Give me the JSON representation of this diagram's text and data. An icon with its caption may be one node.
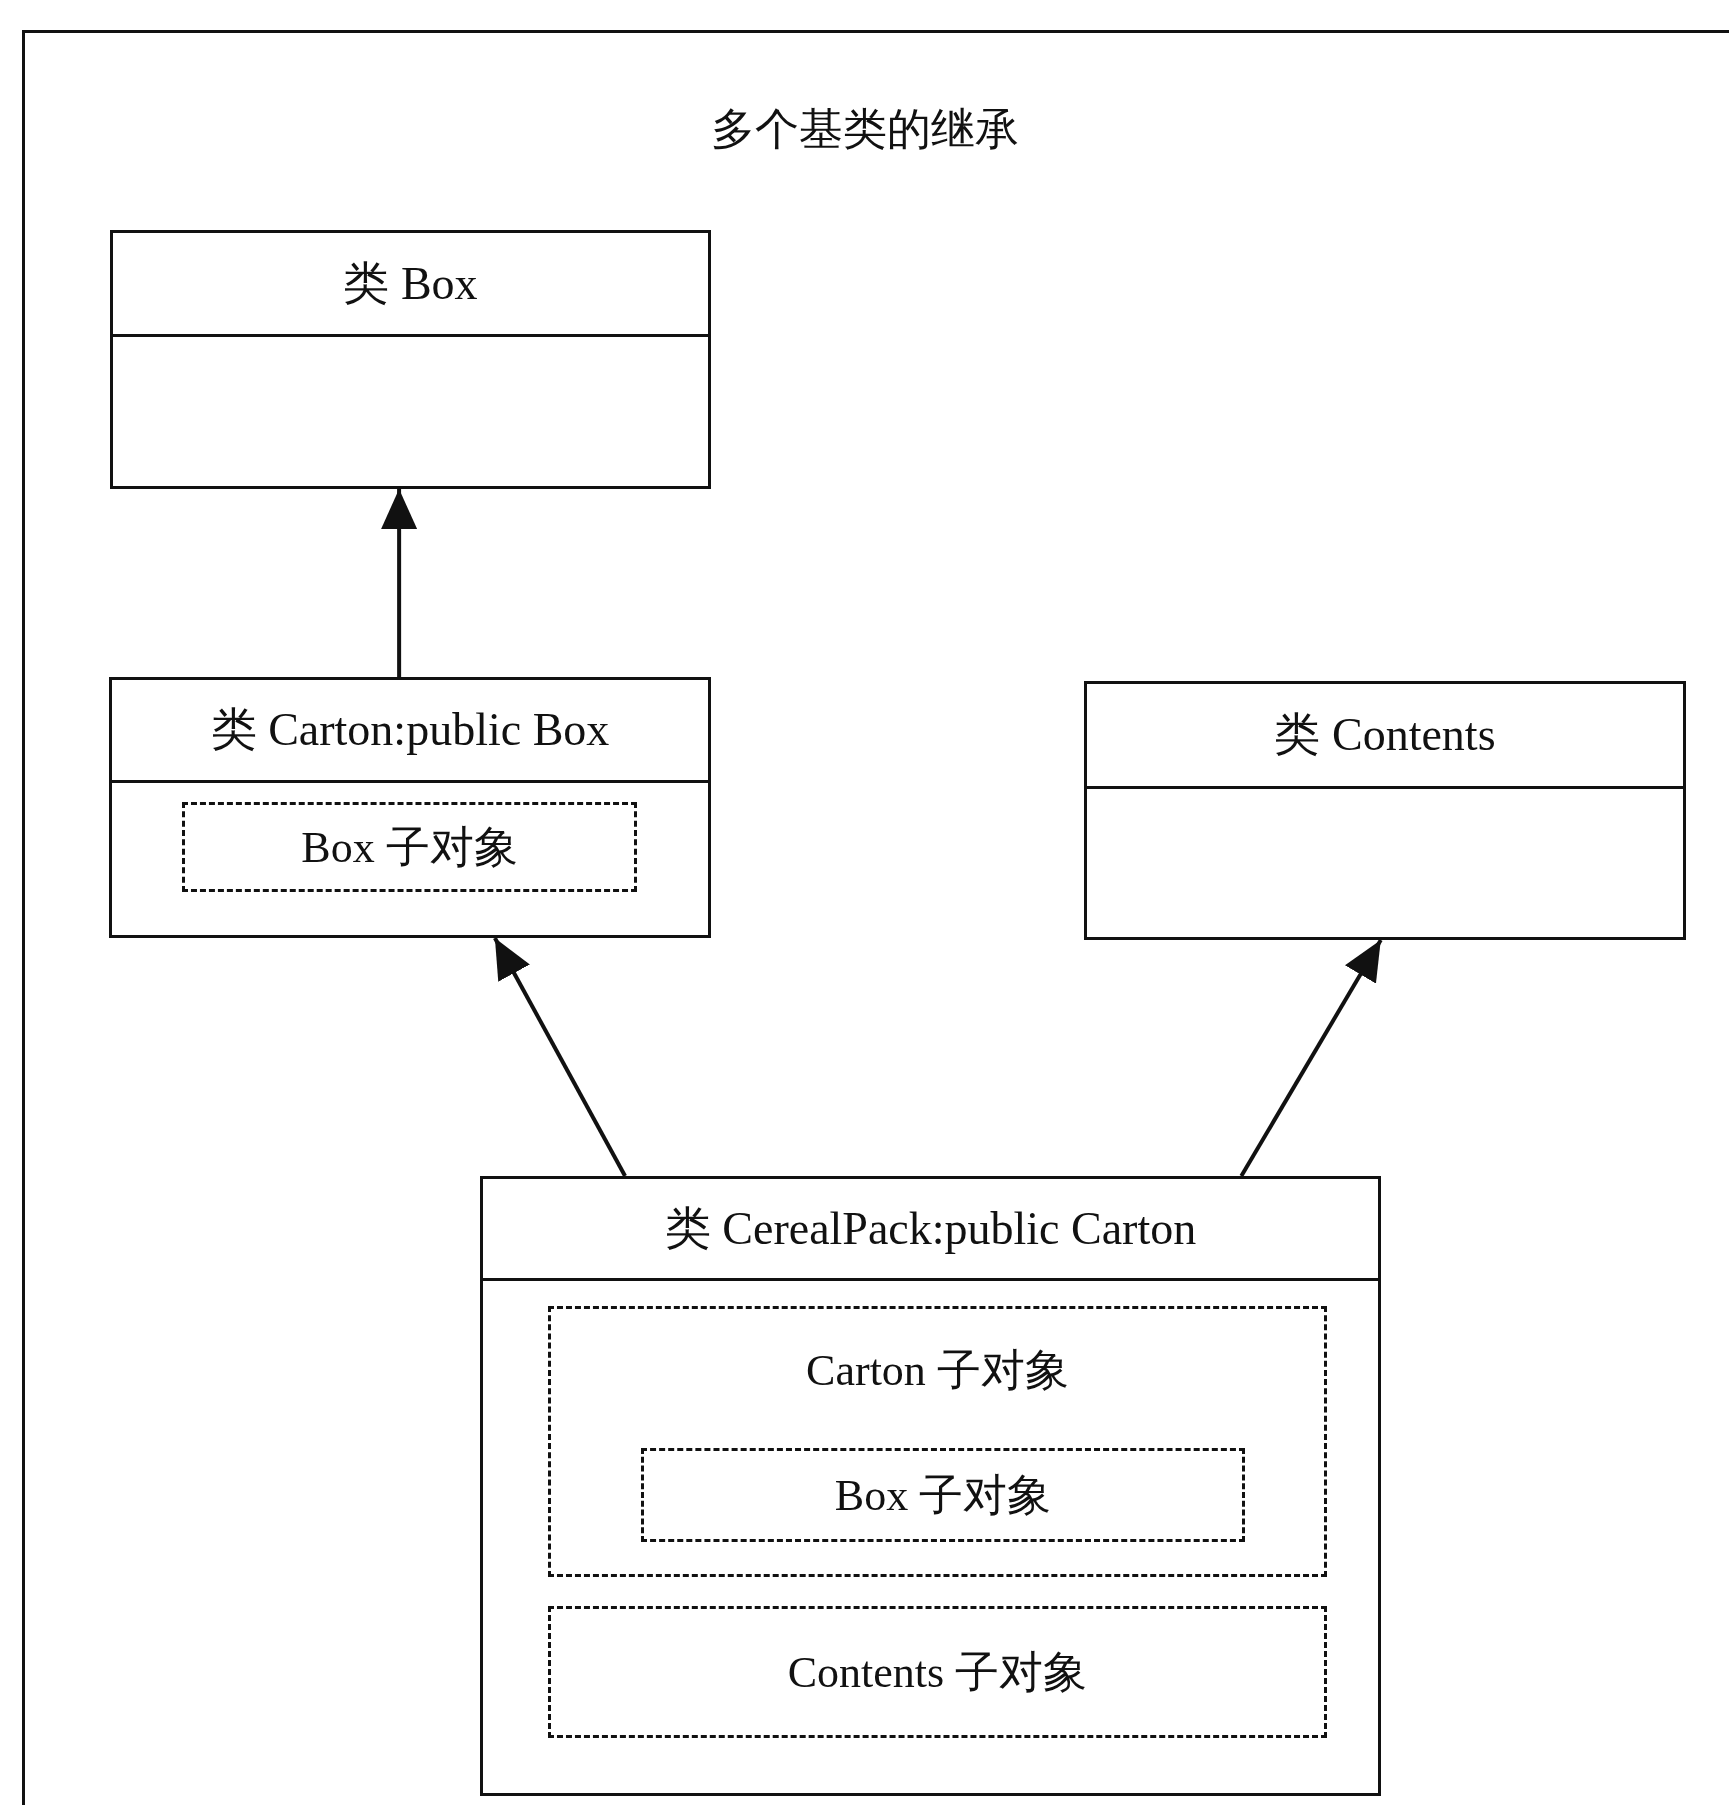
{
  "diagram": {
    "title": "多个基类的继承",
    "nodes": [
      {
        "text": [
          "类 Box"
        ]
      },
      {
        "text": [
          "类 Carton:public Box"
        ]
      },
      {
        "text": [
          "Box 子对象"
        ],
        "in": 1
      },
      {
        "text": [
          "类 Contents"
        ]
      },
      {
        "text": [
          "类 CerealPack:public Carton"
        ]
      },
      {
        "text": [
          "Carton 子对象"
        ],
        "in": 4
      },
      {
        "text": [
          "Box 子对象"
        ],
        "in": 5
      },
      {
        "text": [
          "Contents 子对象"
        ],
        "in": 4
      }
    ],
    "edges": [
      {
        "from": 1,
        "to": 0,
        "arrow": "to"
      },
      {
        "from": 4,
        "to": 1,
        "arrow": "to"
      },
      {
        "from": 4,
        "to": 3,
        "arrow": "to"
      }
    ]
  }
}
